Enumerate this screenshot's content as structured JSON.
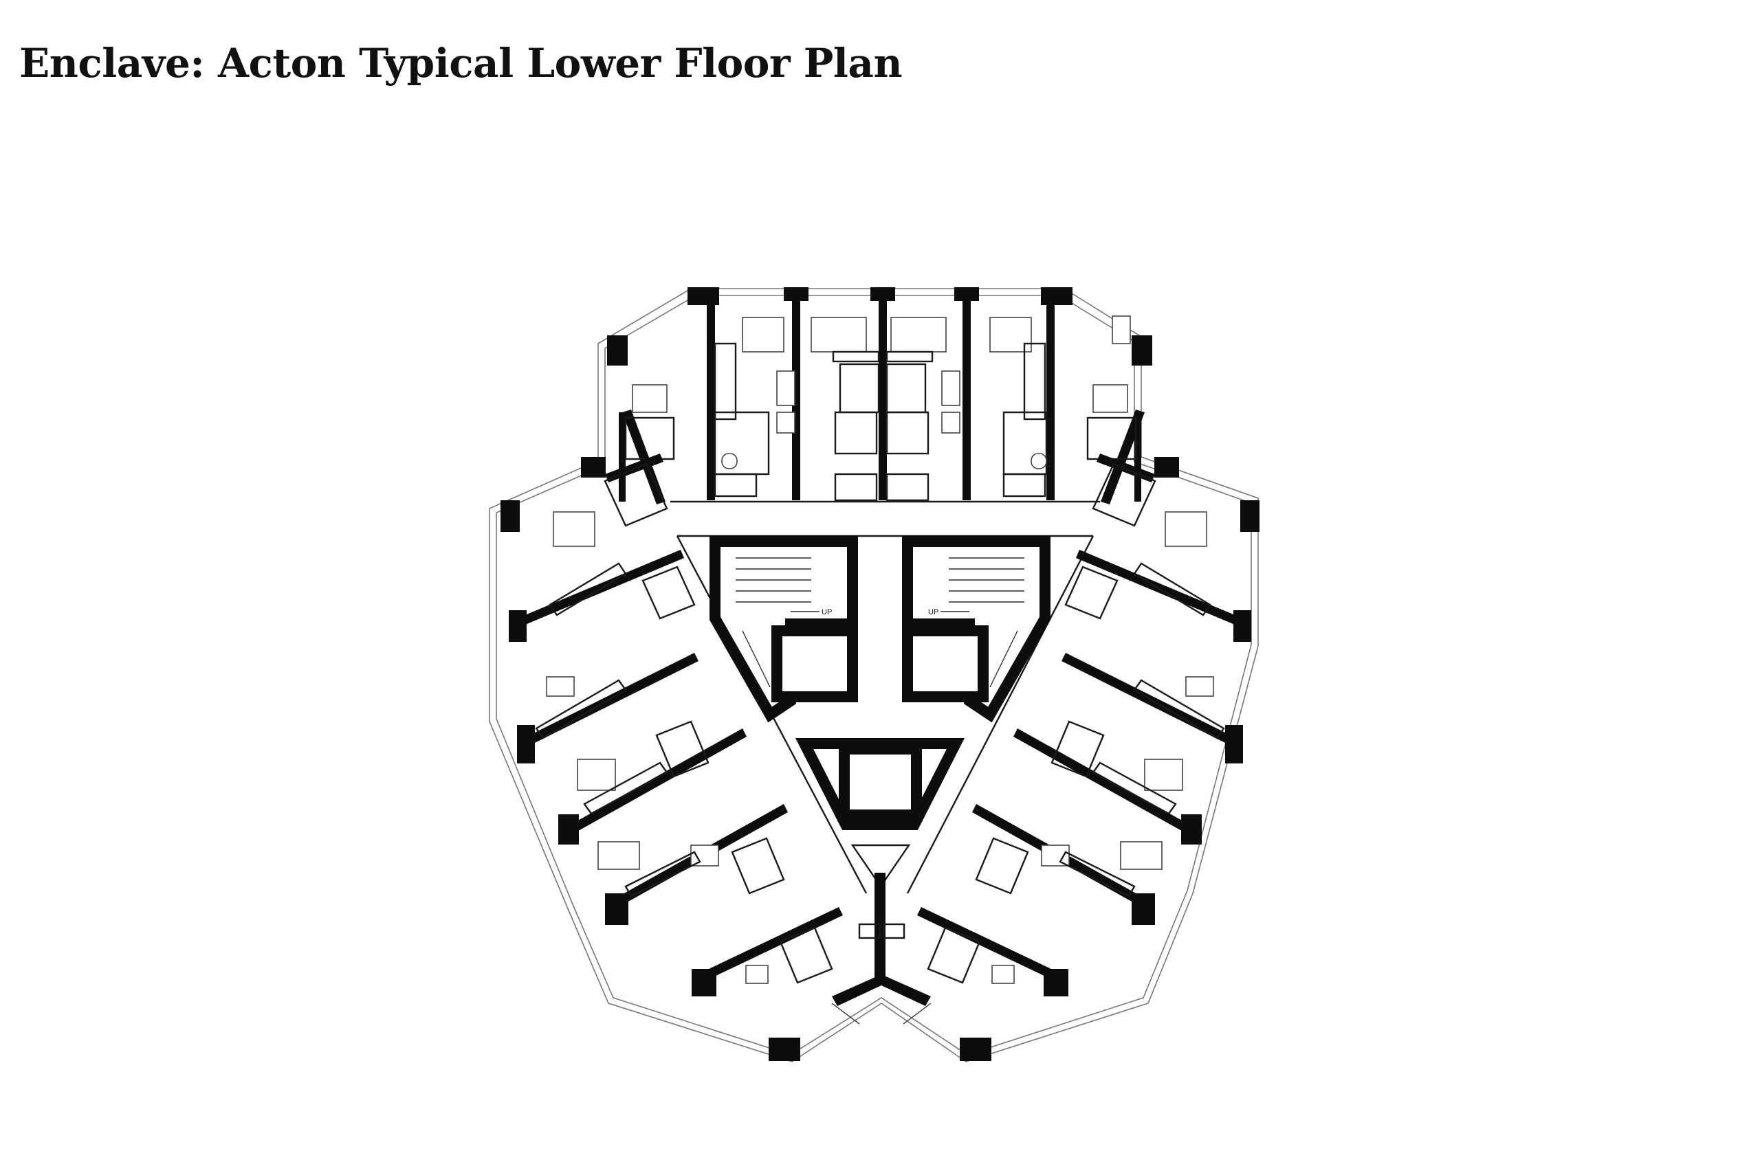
{
  "title": "Enclave: Acton Typical Lower Floor Plan",
  "stair_labels": {
    "left": "UP",
    "right": "UP"
  }
}
